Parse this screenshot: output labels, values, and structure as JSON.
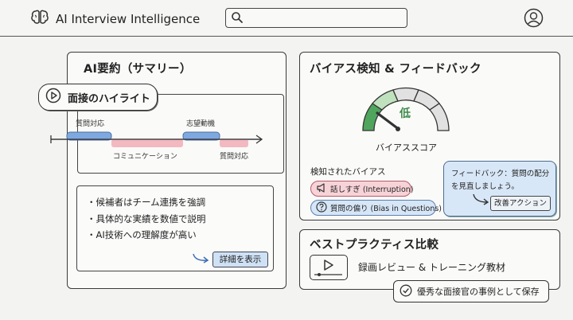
{
  "app": {
    "title": "AI Interview Intelligence",
    "icons": {
      "logo": "brain-icon",
      "search": "search-icon",
      "user": "user-icon"
    }
  },
  "search": {
    "value": "",
    "placeholder": ""
  },
  "summary_panel": {
    "title": "AI要約（サマリー）",
    "highlight": {
      "title": "面接のハイライト",
      "icon": "play-circle-icon",
      "timeline": {
        "top_labels": [
          "質問対応",
          "志望動機"
        ],
        "bottom_labels": [
          "コミュニケーション",
          "質問対応"
        ]
      }
    },
    "bullets": [
      "候補者はチーム連携を強調",
      "具体的な実績を数値で説明",
      "AI技術への理解度が高い"
    ],
    "detail_button": "詳細を表示"
  },
  "bias_panel": {
    "title": "バイアス検知 & フィードバック",
    "gauge": {
      "level_text": "低",
      "label": "バイアススコア",
      "value_fraction": 0.25
    },
    "detected_label": "検知されたバイアス",
    "detected": [
      {
        "label": "話しすぎ (Interruption)",
        "icon": "megaphone-icon",
        "color": "#f7d3d8"
      },
      {
        "label": "質問の偏り (Bias in Questions)",
        "icon": "question-circle-icon",
        "color": "#d6e6f7"
      }
    ],
    "feedback": {
      "text": "フィードバック：質問の配分を見直しましょう。",
      "action_button": "改善アクション"
    }
  },
  "best_practice_panel": {
    "title": "ベストプラクティス比較",
    "material": "録画レビュー & トレーニング教材",
    "save_button": "優秀な面接官の事例として保存"
  },
  "colors": {
    "gauge_green": "#4fa55d",
    "gauge_light_green": "#bfe1bd",
    "gauge_gray": "#d6d6d6",
    "timeline_blue": "#7ea9e0",
    "timeline_pink": "#f2b9c0",
    "accent_blue": "#cfe1f5"
  }
}
